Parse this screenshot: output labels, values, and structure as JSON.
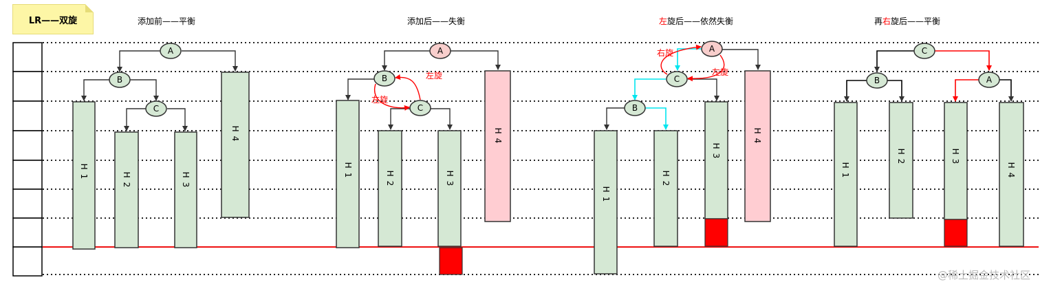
{
  "note": {
    "label": "LR——双旋"
  },
  "panels": [
    {
      "title": {
        "pre": "",
        "red": "",
        "post": "添加前——平衡"
      }
    },
    {
      "title": {
        "pre": "",
        "red": "",
        "post": "添加后——失衡"
      }
    },
    {
      "title": {
        "pre": "",
        "red": "左",
        "post": "旋后——依然失衡"
      }
    },
    {
      "title": {
        "pre": "再",
        "red": "右",
        "post": "旋后——平衡"
      }
    }
  ],
  "nodes": {
    "a": "A",
    "b": "B",
    "c": "C"
  },
  "subtrees": {
    "h1": "H1",
    "h2": "H2",
    "h3": "H3",
    "h4": "H4"
  },
  "rotations": {
    "left": "左旋",
    "right": "右旋"
  },
  "watermark": "@稀土掘金技术社区",
  "colors": {
    "node_fill": "#d5e8d4",
    "node_unbalanced_fill": "#f8cecc",
    "subtree_fill": "#d5e8d4",
    "subtree_unbalanced_fill": "#ffcdd2",
    "added_block": "#ff0000",
    "rotation_arrow": "#ff0000",
    "moved_edge": "#00ffff",
    "baseline": "#ee1111"
  }
}
